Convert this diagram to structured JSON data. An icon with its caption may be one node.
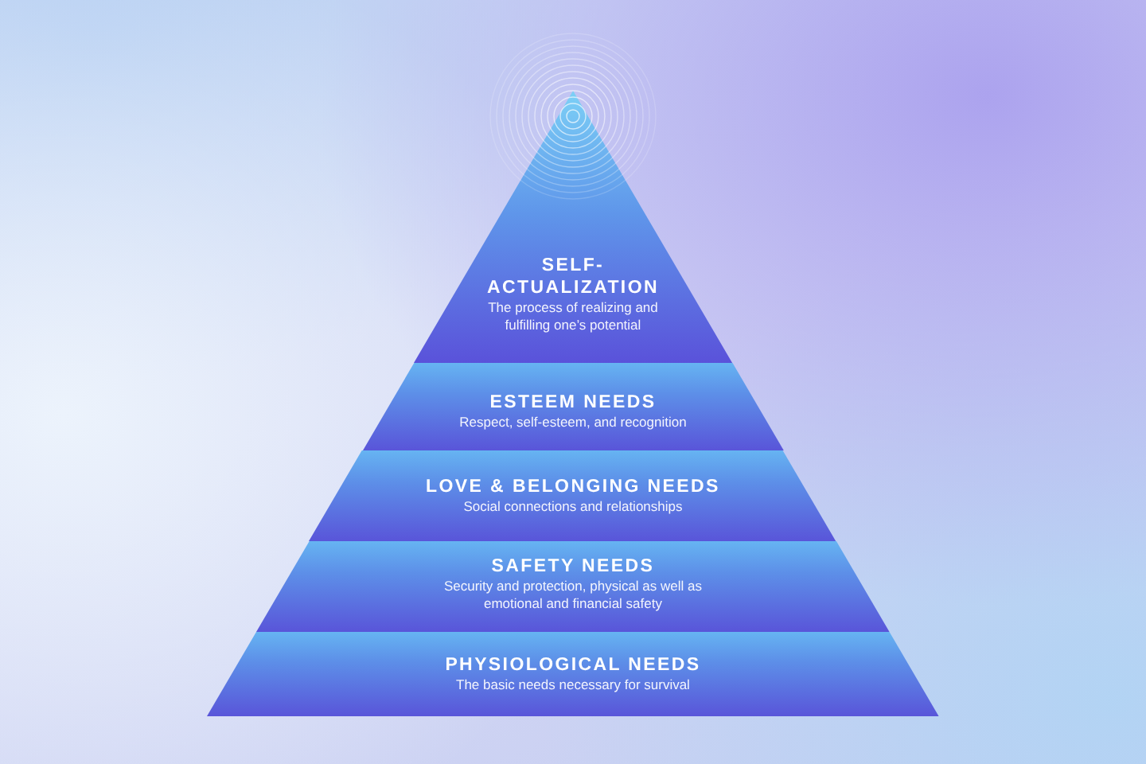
{
  "diagram": {
    "nodes": [
      {
        "text": [
          "SELF-ACTUALIZATION",
          "The process of realizing and fulfilling one’s potential"
        ]
      },
      {
        "text": [
          "ESTEEM NEEDS",
          "Respect, self-esteem, and recognition"
        ]
      },
      {
        "text": [
          "LOVE & BELONGING NEEDS",
          "Social connections and relationships"
        ]
      },
      {
        "text": [
          "SAFETY NEEDS",
          "Security and protection, physical as well as emotional and financial safety"
        ]
      },
      {
        "text": [
          "PHYSIOLOGICAL NEEDS",
          "The basic needs necessary for survival"
        ]
      }
    ]
  }
}
